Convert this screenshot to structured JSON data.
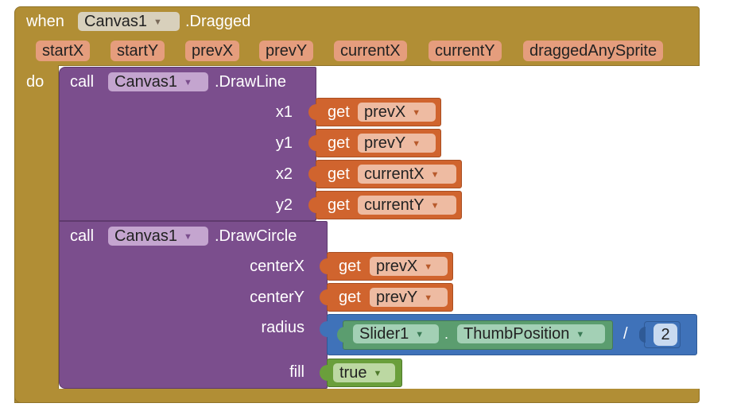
{
  "event": {
    "when": "when",
    "component": "Canvas1",
    "event_name": ".Dragged",
    "do": "do",
    "params": [
      "startX",
      "startY",
      "prevX",
      "prevY",
      "currentX",
      "currentY",
      "draggedAnySprite"
    ]
  },
  "drawline": {
    "call": "call",
    "component": "Canvas1",
    "method": ".DrawLine",
    "args": [
      {
        "label": "x1",
        "get": "get",
        "var": "prevX"
      },
      {
        "label": "y1",
        "get": "get",
        "var": "prevY"
      },
      {
        "label": "x2",
        "get": "get",
        "var": "currentX"
      },
      {
        "label": "y2",
        "get": "get",
        "var": "currentY"
      }
    ]
  },
  "drawcircle": {
    "call": "call",
    "component": "Canvas1",
    "method": ".DrawCircle",
    "centerX": {
      "label": "centerX",
      "get": "get",
      "var": "prevX"
    },
    "centerY": {
      "label": "centerY",
      "get": "get",
      "var": "prevY"
    },
    "radius": {
      "label": "radius",
      "component": "Slider1",
      "dot": ".",
      "property": "ThumbPosition",
      "operator": "/",
      "divisor": "2"
    },
    "fill": {
      "label": "fill",
      "value": "true"
    }
  },
  "colors": {
    "event_block": "#b18e35",
    "procedure_block": "#7b4e8d",
    "variable_block": "#d0642e",
    "logic_block": "#6a9f3b",
    "math_block": "#3f72b9"
  },
  "icons": {
    "dropdown": "triangle-down-icon"
  }
}
